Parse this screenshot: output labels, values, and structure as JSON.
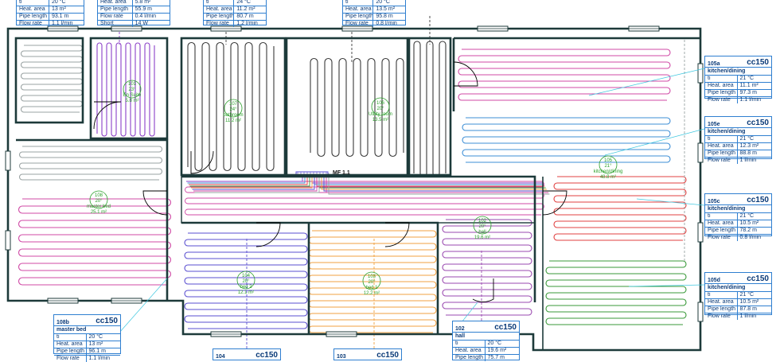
{
  "manifold": {
    "label": "MF 1.1"
  },
  "rooms": [
    {
      "key": "r101",
      "id": "101",
      "temp": "23°",
      "name": "En Suite",
      "area": "5.8 m²"
    },
    {
      "key": "r107",
      "id": "107",
      "temp": "24°",
      "name": "bathroom",
      "area": "11.2 m²"
    },
    {
      "key": "r106",
      "id": "106",
      "temp": "20°",
      "name": "Utility room",
      "area": "13.5 m²"
    },
    {
      "key": "r108",
      "id": "108",
      "temp": "20°",
      "name": "master bed",
      "area": "25.1 m²"
    },
    {
      "key": "r105",
      "id": "105",
      "temp": "21°",
      "name": "kitchen/dining",
      "area": "48.8 m²"
    },
    {
      "key": "r102",
      "id": "102",
      "temp": "20°",
      "name": "hall",
      "area": "19.6 m²"
    },
    {
      "key": "r104",
      "id": "104",
      "temp": "20°",
      "name": "bed 2",
      "area": "12.1 m²"
    },
    {
      "key": "r103",
      "id": "103",
      "temp": "20°",
      "name": "bed 1",
      "area": "12.2 m²"
    }
  ],
  "tables": {
    "t_top_a": {
      "rows": [
        [
          "ti",
          "20 °C"
        ],
        [
          "Heat. area",
          "13 m²"
        ],
        [
          "Pipe length",
          "93.1 m"
        ],
        [
          "Flow rate",
          "1.1 l/min"
        ]
      ]
    },
    "t_top_b": {
      "rows": [
        [
          "Heat. area",
          "5.8 m²"
        ],
        [
          "Pipe length",
          "55.9 m"
        ],
        [
          "Flow rate",
          "0.4 l/min"
        ],
        [
          "Short",
          "14 W"
        ]
      ]
    },
    "t_top_c": {
      "rows": [
        [
          "ti",
          "24 °C"
        ],
        [
          "Heat. area",
          "11.2 m²"
        ],
        [
          "Pipe length",
          "80.7 m"
        ],
        [
          "Flow rate",
          "1.2 l/min"
        ]
      ]
    },
    "t_top_d": {
      "rows": [
        [
          "ti",
          "20 °C"
        ],
        [
          "Heat. area",
          "13.5 m²"
        ],
        [
          "Pipe length",
          "95.8 m"
        ],
        [
          "Flow rate",
          "0.8 l/min"
        ]
      ]
    },
    "t105a": {
      "id": "105a",
      "sys": "cc150",
      "name": "kitchen/dining",
      "rows": [
        [
          "ti",
          "21 °C"
        ],
        [
          "Heat. area",
          "11.1 m²"
        ],
        [
          "Pipe length",
          "97.3 m"
        ],
        [
          "Flow rate",
          "1.1 l/min"
        ]
      ]
    },
    "t105e": {
      "id": "105e",
      "sys": "cc150",
      "name": "kitchen/dining",
      "rows": [
        [
          "ti",
          "21 °C"
        ],
        [
          "Heat. area",
          "12.3 m²"
        ],
        [
          "Pipe length",
          "88.8 m"
        ],
        [
          "Flow rate",
          "1 l/min"
        ]
      ]
    },
    "t105c": {
      "id": "105c",
      "sys": "cc150",
      "name": "kitchen/dining",
      "rows": [
        [
          "ti",
          "21 °C"
        ],
        [
          "Heat. area",
          "10.5 m²"
        ],
        [
          "Pipe length",
          "78.2 m"
        ],
        [
          "Flow rate",
          "0.8 l/min"
        ]
      ]
    },
    "t105d": {
      "id": "105d",
      "sys": "cc150",
      "name": "kitchen/dining",
      "rows": [
        [
          "ti",
          "21 °C"
        ],
        [
          "Heat. area",
          "10.5 m²"
        ],
        [
          "Pipe length",
          "87.8 m"
        ],
        [
          "Flow rate",
          "1 l/min"
        ]
      ]
    },
    "t108b": {
      "id": "108b",
      "sys": "cc150",
      "name": "master bed",
      "rows": [
        [
          "ti",
          "20 °C"
        ],
        [
          "Heat. area",
          "13 m²"
        ],
        [
          "Pipe length",
          "96.1 m"
        ],
        [
          "Flow rate",
          "1.1 l/min"
        ]
      ]
    },
    "t102": {
      "id": "102",
      "sys": "cc150",
      "name": "hall",
      "rows": [
        [
          "ti",
          "20 °C"
        ],
        [
          "Heat. area",
          "19.6 m²"
        ],
        [
          "Pipe length",
          "75.7 m"
        ]
      ]
    },
    "t104": {
      "id": "104",
      "sys": "cc150"
    },
    "t103": {
      "id": "103",
      "sys": "cc150"
    }
  },
  "colors": {
    "wall": "#1d3a3a",
    "grey": "#9aa3a3",
    "purple": "#8a3fc8",
    "dark": "#3a3a3a",
    "magenta": "#d04aa6",
    "blue": "#3e8fd6",
    "pink": "#e0508a",
    "red": "#e04040",
    "green": "#3a9a3a",
    "indigo": "#5a4fd0",
    "orange": "#f0a040",
    "violet": "#9a4ab0",
    "leader": "#40c8e0",
    "label": "#2aa02a",
    "table": "#2f7fd0"
  }
}
